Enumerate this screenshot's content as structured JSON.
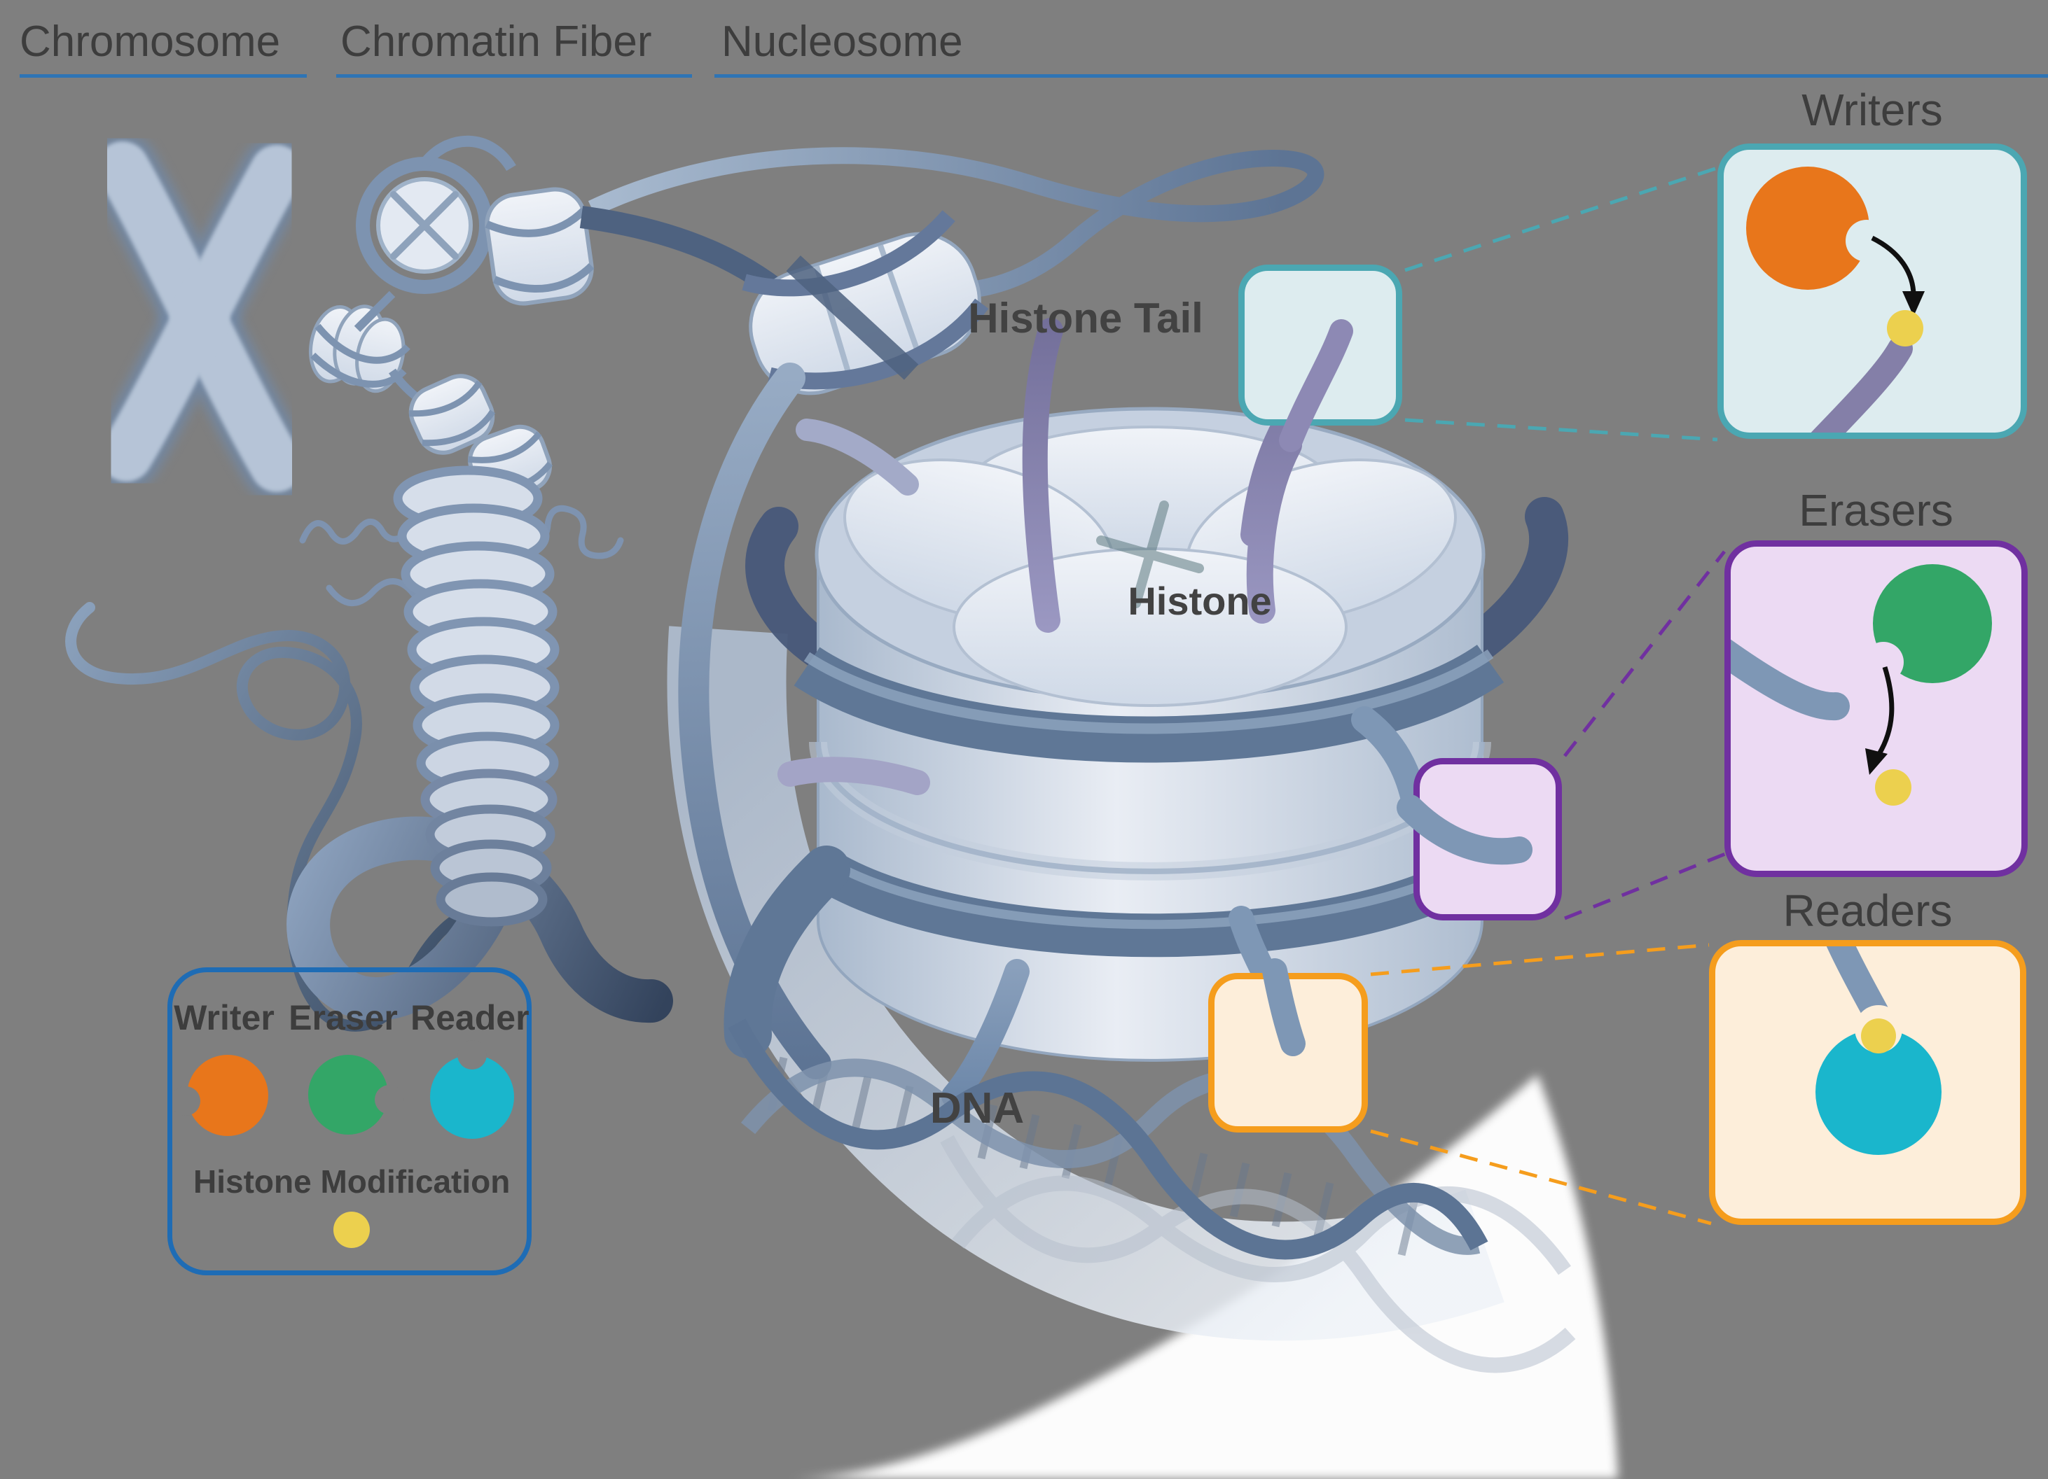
{
  "header": {
    "sections": [
      {
        "label": "Chromosome"
      },
      {
        "label": "Chromatin Fiber"
      },
      {
        "label": "Nucleosome"
      }
    ]
  },
  "diagram_labels": {
    "histone_tail": "Histone Tail",
    "histone": "Histone",
    "dna": "DNA"
  },
  "callout_panels": [
    {
      "id": "writers",
      "title": "Writers",
      "accent": "#4ba7b2",
      "background": "#ddecef",
      "enzyme": "writer",
      "shows": "writer enzyme adding histone modification to histone tail"
    },
    {
      "id": "erasers",
      "title": "Erasers",
      "accent": "#7030a0",
      "background": "#ecdaf3",
      "enzyme": "eraser",
      "shows": "eraser enzyme removing histone modification from histone tail"
    },
    {
      "id": "readers",
      "title": "Readers",
      "accent": "#f59d1d",
      "background": "#fdeeda",
      "enzyme": "reader",
      "shows": "reader enzyme binding histone modification on histone tail"
    }
  ],
  "legend": {
    "items": [
      {
        "label": "Writer",
        "color": "#e8761b"
      },
      {
        "label": "Eraser",
        "color": "#33a667"
      },
      {
        "label": "Reader",
        "color": "#1ab6cc"
      }
    ],
    "modification_label": "Histone Modification",
    "modification_color": "#ecd04e"
  },
  "colors": {
    "background": "#7f7f7f",
    "heading_text": "#3d3d3d",
    "heading_underline": "#2e74b5",
    "writers_accent": "#4ba7b2",
    "writers_bg": "#ddecef",
    "erasers_accent": "#7030a0",
    "erasers_bg": "#ecdaf3",
    "readers_accent": "#f59d1d",
    "readers_bg": "#fdeeda",
    "writer_color": "#e8761b",
    "eraser_color": "#33a667",
    "reader_color": "#1ab6cc",
    "modification_color": "#ecd04e",
    "legend_border": "#1e6cb5"
  }
}
